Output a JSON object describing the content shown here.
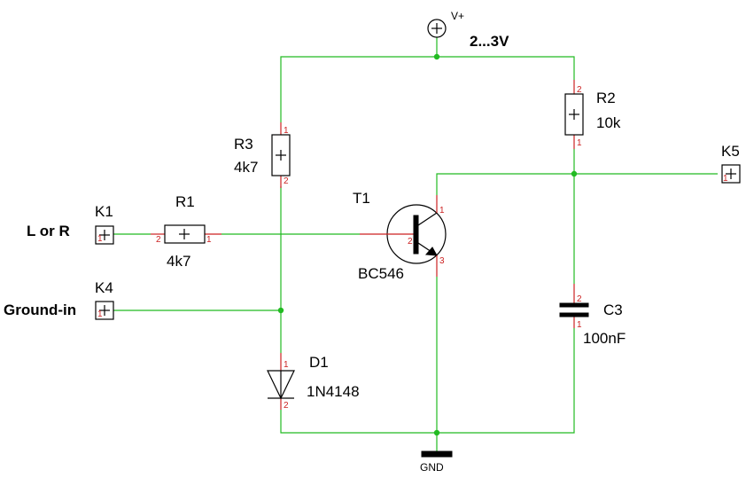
{
  "supply": {
    "symbol": "V+",
    "voltage": "2...3V",
    "ground": "GND"
  },
  "inputs": {
    "k1": {
      "ref": "K1",
      "signal": "L or R",
      "pin": "1"
    },
    "k4": {
      "ref": "K4",
      "signal": "Ground-in",
      "pin": "1"
    }
  },
  "output": {
    "ref": "K5",
    "pin": "1"
  },
  "components": {
    "r1": {
      "ref": "R1",
      "value": "4k7",
      "pin_a": "2",
      "pin_b": "1"
    },
    "r2": {
      "ref": "R2",
      "value": "10k",
      "pin_a": "2",
      "pin_b": "1"
    },
    "r3": {
      "ref": "R3",
      "value": "4k7",
      "pin_a": "1",
      "pin_b": "2"
    },
    "c3": {
      "ref": "C3",
      "value": "100nF",
      "pin_a": "2",
      "pin_b": "1"
    },
    "d1": {
      "ref": "D1",
      "value": "1N4148",
      "pin_a": "1",
      "pin_b": "2"
    },
    "t1": {
      "ref": "T1",
      "value": "BC546",
      "pin_c": "1",
      "pin_b": "2",
      "pin_e": "3"
    }
  }
}
